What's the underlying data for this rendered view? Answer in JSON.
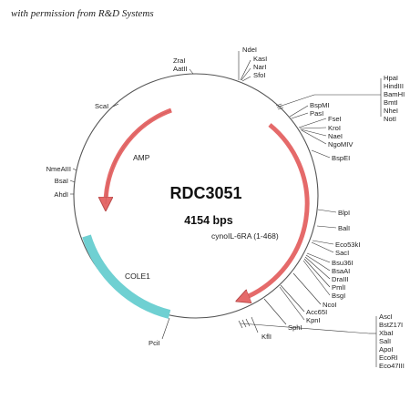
{
  "credit": "with permission from R&D Systems",
  "plasmid": {
    "name": "RDC3051",
    "size": "4154 bps"
  },
  "features": {
    "amp": "AMP",
    "insert": "cynoIL-6RA (1-468)",
    "ori": "COLE1"
  },
  "colors": {
    "resistance_arrow": "#e56a6a",
    "ori_arc": "#6fd0d2",
    "backbone": "#555555"
  },
  "sites": {
    "zral": "ZraI",
    "aatii": "AatII",
    "ndei": "NdeI",
    "kasi": "KasI",
    "nari": "NarI",
    "sfoi": "SfoI",
    "scai": "ScaI",
    "mcs1": [
      "HpaI",
      "HindIII",
      "BamHI",
      "BmtI",
      "NheI",
      "NotI"
    ],
    "bspmi": "BspMI",
    "pasi": "PasI",
    "fsei": "FseI",
    "kroi": "KroI",
    "naei": "NaeI",
    "ngomiv": "NgoMIV",
    "bspei": "BspEI",
    "nmeaiii": "NmeAIII",
    "bsai": "BsaI",
    "ahdi": "AhdI",
    "blpi": "BlpI",
    "bali": "BalI",
    "eco53ki": "Eco53kI",
    "saci": "SacI",
    "bsu36i": "Bsu36I",
    "bsaai": "BsaAI",
    "draiii": "DraIII",
    "pmli": "PmlI",
    "bsgi": "BsgI",
    "ncoi": "NcoI",
    "acc65i": "Acc65I",
    "kpni": "KpnI",
    "sphi": "SphI",
    "pcii": "PciI",
    "kfli": "KflI",
    "mcs2": [
      "AscI",
      "BstZ17I",
      "XbaI",
      "SalI",
      "ApoI",
      "EcoRI",
      "Eco47III"
    ]
  }
}
